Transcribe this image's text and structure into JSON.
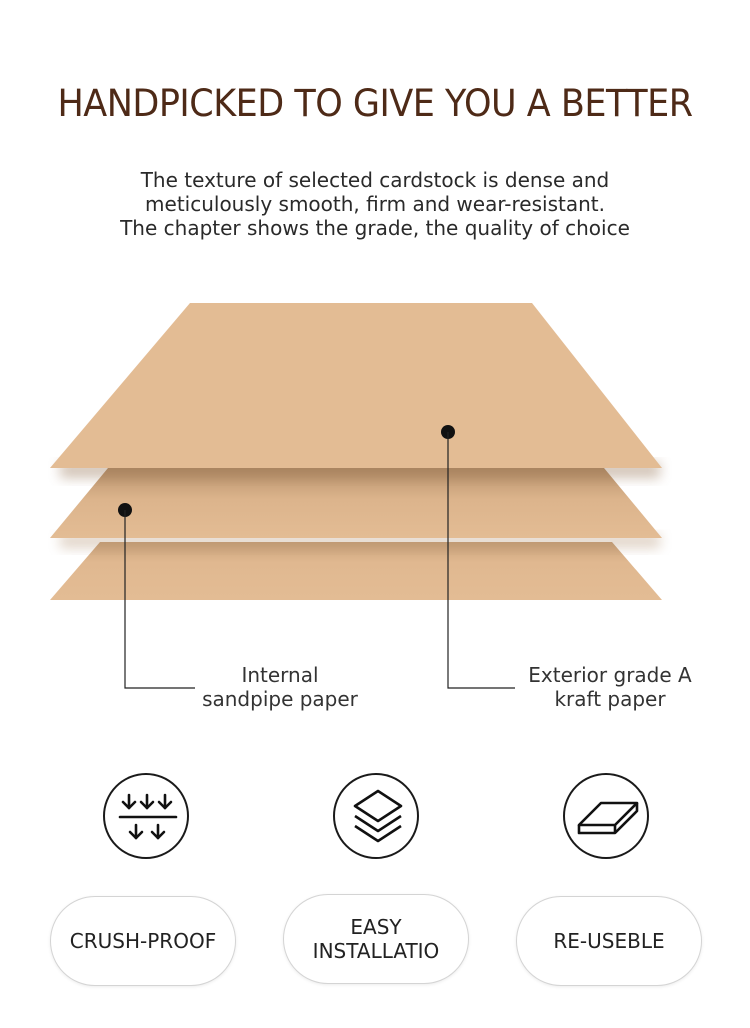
{
  "headline": "HANDPICKED TO GIVE YOU A BETTER",
  "description": [
    "The texture of selected cardstock is dense and",
    "meticulously smooth, firm and wear-resistant.",
    "The chapter shows the grade, the quality of choice"
  ],
  "paper_color": "#e3bc94",
  "callouts": [
    {
      "lines": [
        "Internal",
        "sandpipe paper"
      ]
    },
    {
      "lines": [
        "Exterior grade A",
        "kraft paper"
      ]
    }
  ],
  "features": [
    {
      "icon": "crush-proof-arrows-icon",
      "label": "CRUSH-PROOF"
    },
    {
      "icon": "stacked-layers-icon",
      "label": "EASY\nINSTALLATIO"
    },
    {
      "icon": "board-icon",
      "label": "RE-USEBLE"
    }
  ]
}
